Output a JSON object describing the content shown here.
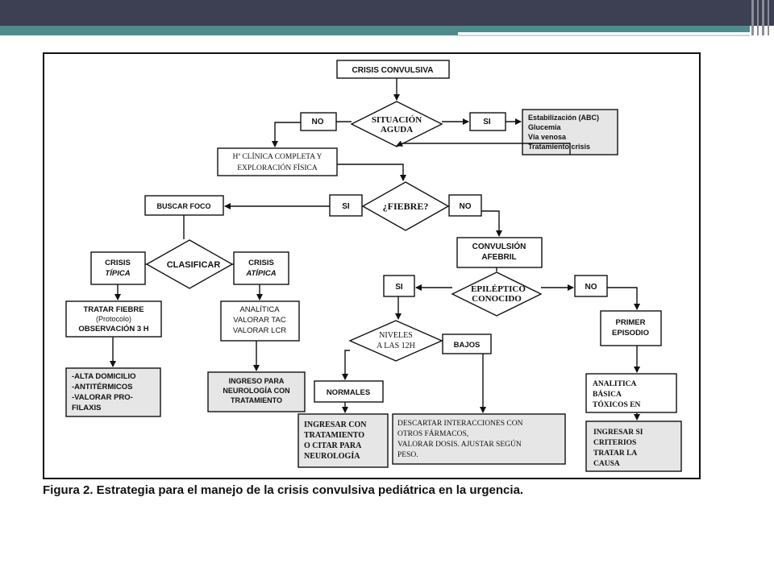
{
  "boxes": {
    "crisis_convulsiva": "CRISIS CONVULSIVA",
    "situacion_1": "SITUACIÓN",
    "situacion_2": "AGUDA",
    "no1": "NO",
    "si1": "SI",
    "estab_1": "Estabilización (ABC)",
    "estab_2": "Glucemia",
    "estab_3": "Vía venosa",
    "estab_4": "Tratamiento crisis",
    "hclinica_1": "Hª CLÍNICA COMPLETA Y",
    "hclinica_2": "EXPLORACIÓN FÍSICA",
    "buscar_foco": "BUSCAR FOCO",
    "si2": "SI",
    "fiebre": "¿FIEBRE?",
    "no2": "NO",
    "clasificar": "CLASIFICAR",
    "crisis_tipica_1": "CRISIS",
    "crisis_tipica_2": "TÍPICA",
    "crisis_atipica_1": "CRISIS",
    "crisis_atipica_2": "ATÍPICA",
    "convulsion_1": "CONVULSIÓN",
    "convulsion_2": "AFEBRIL",
    "si3": "SI",
    "epileptico_1": "EPILÉPTICO",
    "epileptico_2": "CONOCIDO",
    "no3": "NO",
    "tratar_1": "TRATAR FIEBRE",
    "tratar_2": "(Protocolo)",
    "tratar_3": "OBSERVACIÓN 3 H",
    "analitica_1": "ANALÍTICA",
    "analitica_2": "VALORAR TAC",
    "analitica_3": "VALORAR LCR",
    "niveles_1": "NIVELES",
    "niveles_2": "A LAS  12H",
    "bajos": "BAJOS",
    "primer_1": "PRIMER",
    "primer_2": "EPISODIO",
    "alta_1": "-ALTA DOMICILIO",
    "alta_2": "-ANTITÉRMICOS",
    "alta_3": "-VALORAR PRO-",
    "alta_4": "FILAXIS",
    "ingreso_neuro_1": "INGRESO  PARA",
    "ingreso_neuro_2": "NEUROLOGÍA CON",
    "ingreso_neuro_3": "TRATAMIENTO",
    "normales": "NORMALES",
    "analitica_basica_1": "ANALITICA",
    "analitica_basica_2": "BÁSICA",
    "analitica_basica_3": "TÓXICOS EN",
    "ingresar_1": "INGRESAR  CON",
    "ingresar_2": "TRATAMIENTO",
    "ingresar_3": "O CITAR PARA",
    "ingresar_4": "NEUROLOGÍA",
    "descartar_1": "DESCARTAR  INTERACCIONES CON",
    "descartar_2": "OTROS FÁRMACOS,",
    "descartar_3": "VALORAR DOSIS. AJUSTAR SEGÚN",
    "descartar_4": "PESO.",
    "ingresar_si_1": "INGRESAR SI",
    "ingresar_si_2": "CRITERIOS",
    "ingresar_si_3": "TRATAR LA",
    "ingresar_si_4": "CAUSA"
  },
  "caption": "Figura 2. Estrategia para el manejo de la crisis convulsiva pediátrica en la urgencia."
}
